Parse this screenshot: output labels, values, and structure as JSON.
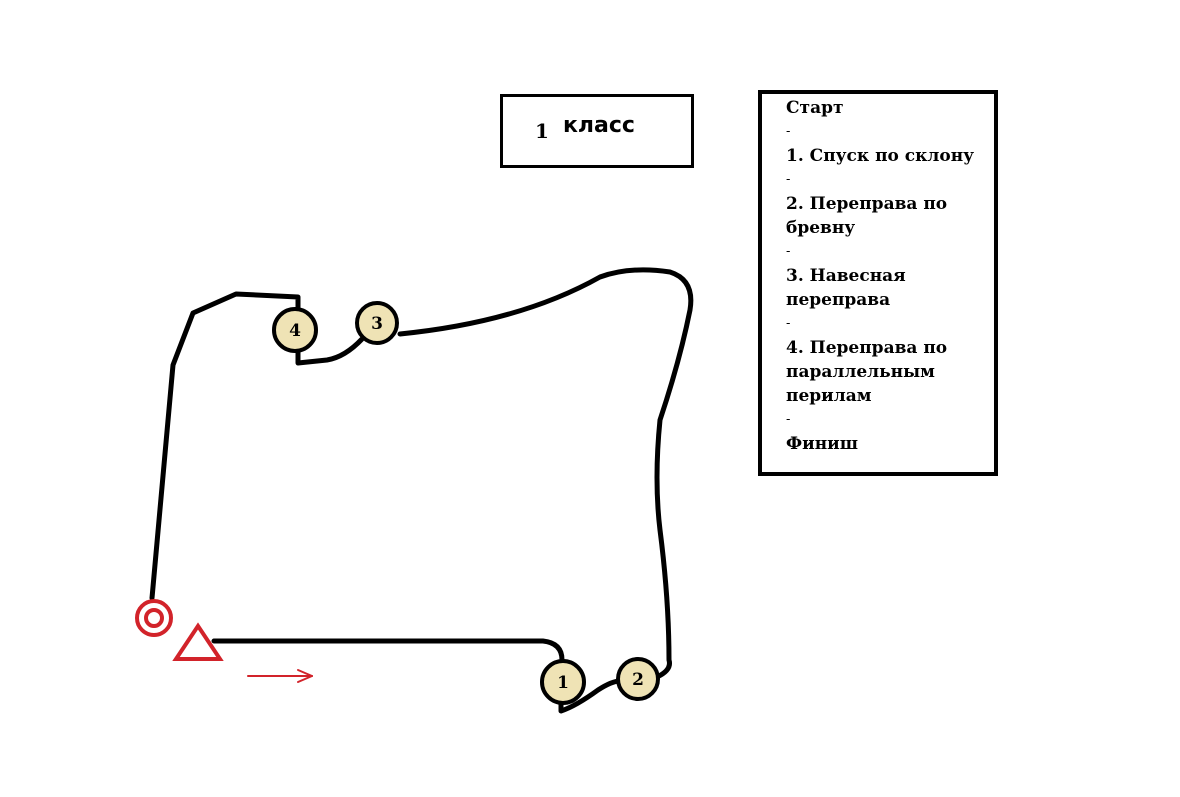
{
  "class_box": {
    "number": "1",
    "word": "класс"
  },
  "legend": {
    "lines": [
      {
        "text": "Старт",
        "kind": "item"
      },
      {
        "text": "-",
        "kind": "sep"
      },
      {
        "text": "1. Спуск по склону",
        "kind": "item"
      },
      {
        "text": "-",
        "kind": "sep"
      },
      {
        "text": "2. Переправа по бревну",
        "kind": "item"
      },
      {
        "text": "-",
        "kind": "sep"
      },
      {
        "text": "3. Навесная переправа",
        "kind": "item"
      },
      {
        "text": "-",
        "kind": "sep"
      },
      {
        "text": "4. Переправа по параллельным перилам",
        "kind": "item"
      },
      {
        "text": "-",
        "kind": "sep"
      },
      {
        "text": "Финиш",
        "kind": "item"
      }
    ]
  },
  "stages": [
    {
      "label": "1"
    },
    {
      "label": "2"
    },
    {
      "label": "3"
    },
    {
      "label": "4"
    }
  ],
  "colors": {
    "route": "#000000",
    "node_fill": "#efe3b5",
    "marker_red": "#d2232a"
  },
  "icons": {
    "start": "triangle-icon",
    "finish": "target-icon",
    "direction": "arrow-right-icon"
  }
}
